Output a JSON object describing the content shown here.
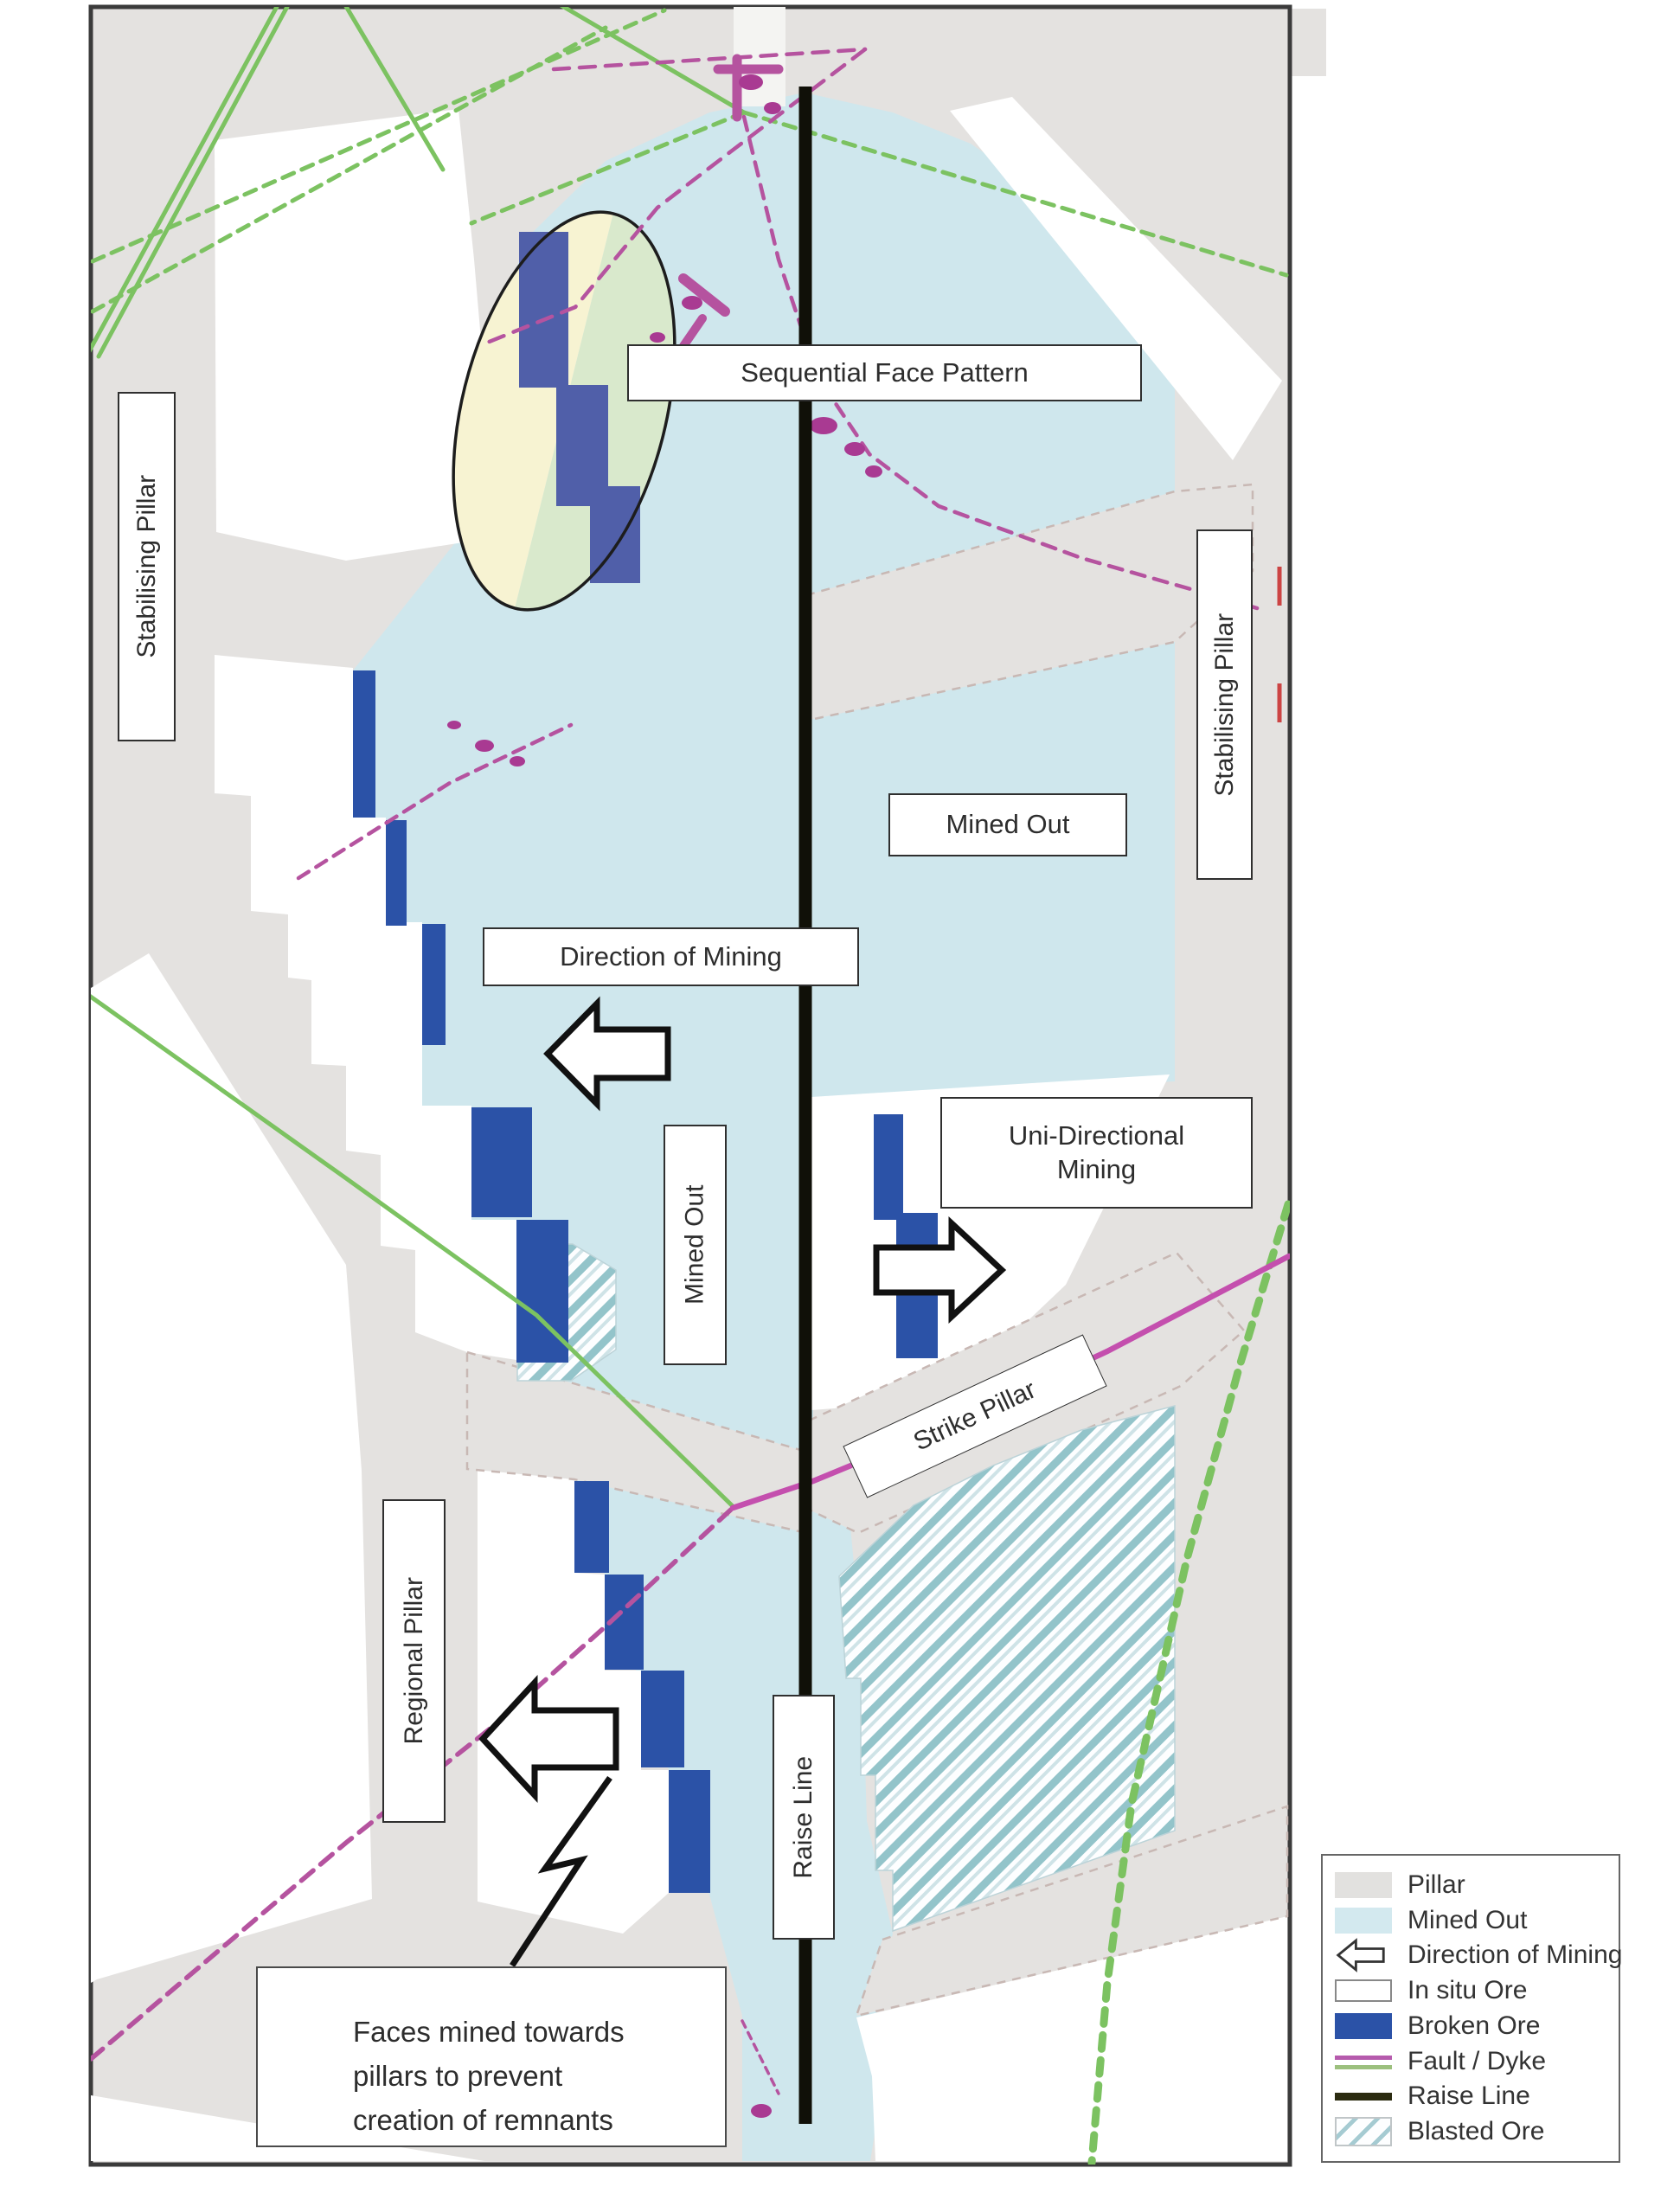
{
  "diagram": {
    "title_hint": "sequential-grid-mining-layout",
    "colors": {
      "pillar": "#e4e2e0",
      "mined_out": "#cfe7ed",
      "in_situ": "#ffffff",
      "broken_ore": "#2b52a7",
      "ellipse_cream": "#f7f3d2",
      "ellipse_green": "#d9e9cc",
      "fault_magenta": "#b5539f",
      "fault_green": "#7cc261",
      "raise_line": "#101008",
      "hatch_teal": "#93c4ca",
      "frame_border": "#3b3b3b"
    }
  },
  "labels": {
    "sequential_face_pattern": "Sequential Face Pattern",
    "stabilising_pillar_left": "Stabilising Pillar",
    "stabilising_pillar_right": "Stabilising Pillar",
    "mined_out_right": "Mined Out",
    "direction_of_mining": "Direction of Mining",
    "mined_out_center": "Mined Out",
    "uni_directional_line1": "Uni-Directional",
    "uni_directional_line2": "Mining",
    "strike_pillar": "Strike Pillar",
    "regional_pillar": "Regional Pillar",
    "raise_line": "Raise Line",
    "faces_note_line1": "Faces mined towards",
    "faces_note_line2": "pillars to prevent",
    "faces_note_line3": "creation of remnants"
  },
  "legend": {
    "items": [
      {
        "type": "pillar",
        "icon": "pillar-swatch",
        "label": "Pillar"
      },
      {
        "type": "mined",
        "icon": "mined-out-swatch",
        "label": "Mined Out"
      },
      {
        "type": "arrow",
        "icon": "direction-arrow-icon",
        "label": "Direction of Mining"
      },
      {
        "type": "insitu",
        "icon": "in-situ-ore-swatch",
        "label": "In situ Ore"
      },
      {
        "type": "broken",
        "icon": "broken-ore-swatch",
        "label": "Broken Ore"
      },
      {
        "type": "fault",
        "icon": "fault-dyke-swatch",
        "label": "Fault / Dyke"
      },
      {
        "type": "raise",
        "icon": "raise-line-swatch",
        "label": "Raise Line"
      },
      {
        "type": "blasted",
        "icon": "blasted-ore-swatch",
        "label": "Blasted Ore"
      }
    ]
  }
}
